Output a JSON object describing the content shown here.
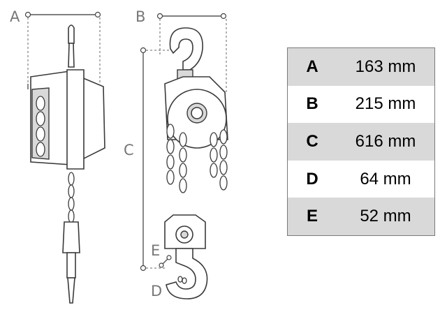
{
  "dimension_labels": {
    "a": "A",
    "b": "B",
    "c": "C",
    "d": "D",
    "e": "E"
  },
  "specs": [
    {
      "key": "A",
      "value": "163 mm"
    },
    {
      "key": "B",
      "value": "215 mm"
    },
    {
      "key": "C",
      "value": "616 mm"
    },
    {
      "key": "D",
      "value": "64 mm"
    },
    {
      "key": "E",
      "value": "52 mm"
    }
  ],
  "colors": {
    "row_shade": "#d9d9d9",
    "line": "#555555",
    "label": "#777777"
  }
}
